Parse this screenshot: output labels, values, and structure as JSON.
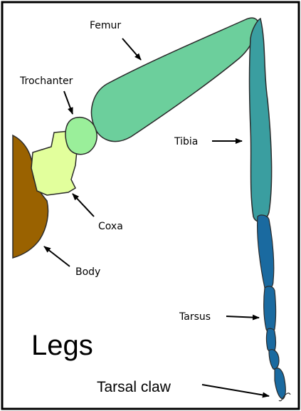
{
  "labels": {
    "femur": "Femur",
    "trochanter": "Trochanter",
    "tibia": "Tibia",
    "coxa": "Coxa",
    "body": "Body",
    "tarsus": "Tarsus",
    "tarsal_claw": "Tarsal claw",
    "heading": "Legs"
  },
  "colors": {
    "frame": "#000000",
    "body": "#9a6200",
    "coxa": "#e2ff9c",
    "trochanter": "#9aef9a",
    "femur": "#6ccf9c",
    "tibia": "#3a9ea0",
    "tarsus": "#1a6aa0",
    "outline": "#2a2a2a"
  }
}
